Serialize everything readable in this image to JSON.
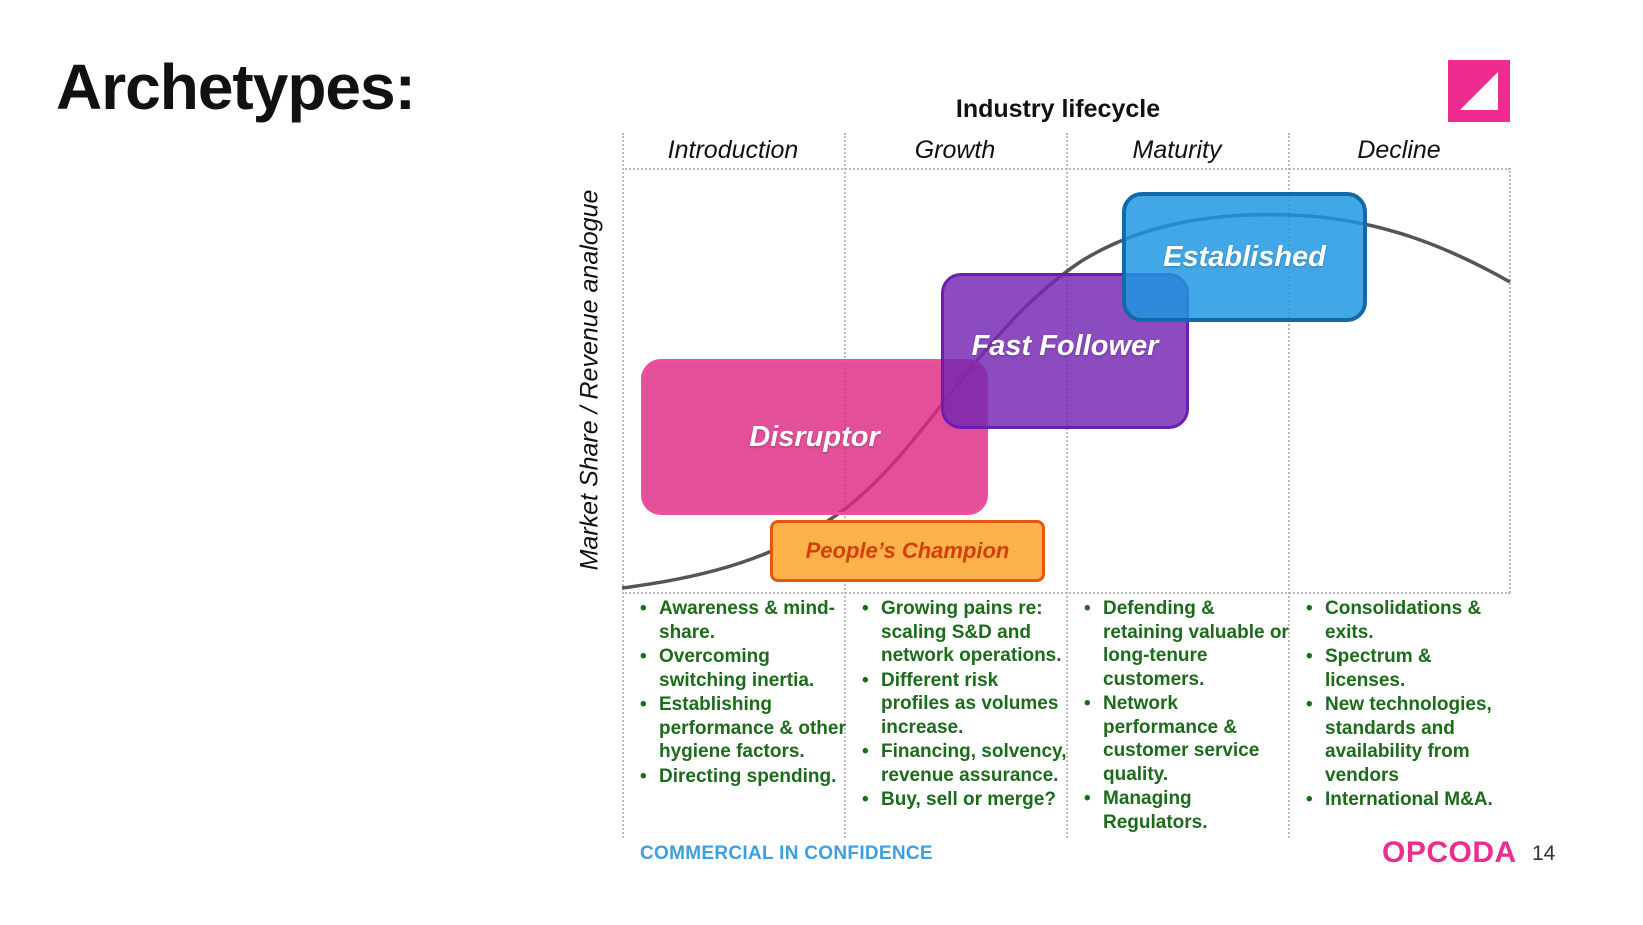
{
  "slide": {
    "title": "Archetypes:",
    "page_number": "14",
    "footer": "COMMERCIAL IN CONFIDENCE",
    "brand": "OPCODA"
  },
  "diagram": {
    "title": "Industry lifecycle",
    "y_axis_label": "Market Share / Revenue analogue",
    "stages": [
      "Introduction",
      "Growth",
      "Maturity",
      "Decline"
    ],
    "archetypes": {
      "disruptor": "Disruptor",
      "fast_follower": "Fast Follower",
      "established": "Established",
      "peoples_champion": "People’s Champion"
    },
    "bullets": [
      [
        "Awareness & mind-share.",
        "Overcoming switching inertia.",
        "Establishing performance & other hygiene factors.",
        "Directing spending."
      ],
      [
        "Growing pains re: scaling S&D and network operations.",
        "Different risk profiles as volumes increase.",
        "Financing, solvency, revenue assurance.",
        "Buy, sell or merge?"
      ],
      [
        "Defending & retaining valuable or long-tenure customers.",
        "Network performance & customer service quality.",
        "Managing Regulators."
      ],
      [
        "Consolidations & exits.",
        "Spectrum & licenses.",
        "New technologies, standards and availability from vendors",
        "International M&A."
      ]
    ]
  },
  "colors": {
    "disruptor": "#dd2881",
    "fast_follower": "#7629b2",
    "established": "#1e96e1",
    "peoples_champion": "#fbb24a",
    "bullet_text": "#1c6b1a",
    "brand": "#ee2b8e",
    "footer": "#3aa0e0"
  }
}
